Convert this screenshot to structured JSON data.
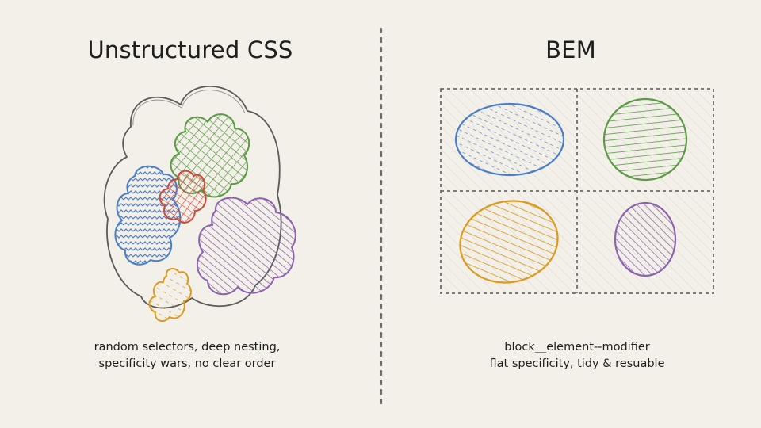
{
  "left_panel": {
    "title": "Unstructured CSS",
    "caption_lines": [
      "random selectors, deep nesting,",
      "specificity wars, no clear order"
    ]
  },
  "right_panel": {
    "title": "BEM",
    "caption_lines": [
      "block__element--modifier",
      "flat specificity, tidy & resuable"
    ]
  },
  "colors": {
    "background": "#f3efe9",
    "ink": "#1e1e1e",
    "outline_gray": "#5a5a5a",
    "divider": "#6b6b6b",
    "blue": "#4a7fc8",
    "green": "#5c9a45",
    "red": "#cc4b3c",
    "purple": "#8a62ae",
    "orange": "#dc9a1e"
  }
}
